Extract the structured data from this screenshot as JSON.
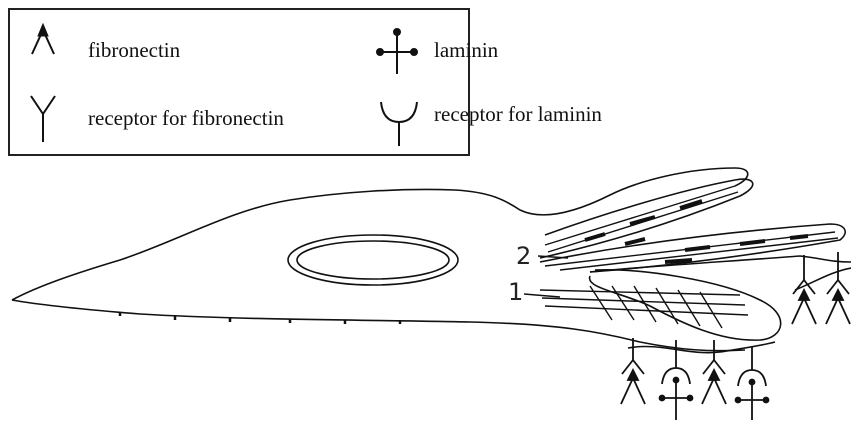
{
  "legend": {
    "fibronectin": "fibronectin",
    "laminin": "laminin",
    "receptor_fibronectin": "receptor for fibronectin",
    "receptor_laminin": "receptor for laminin"
  },
  "diagram": {
    "label_1": "1",
    "label_2": "2"
  },
  "icons": [
    "fibronectin-icon",
    "laminin-icon",
    "fibronectin-receptor-icon",
    "laminin-receptor-icon"
  ],
  "colors": {
    "stroke": "#111111",
    "background": "#ffffff"
  }
}
